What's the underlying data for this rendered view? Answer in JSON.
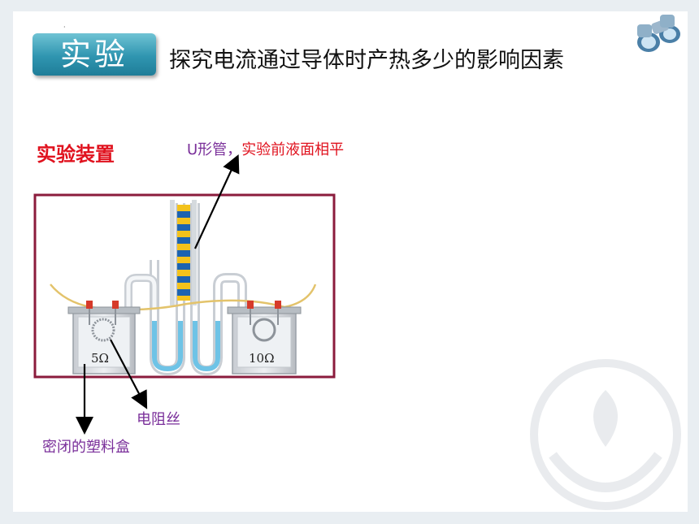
{
  "header": {
    "badge": "实验",
    "title": "探究电流通过导体时产热多少的影响因素"
  },
  "section_title": "实验装置",
  "labels": {
    "u_tube_prefix": "U形管，",
    "u_tube_rest": "实验前液面相平",
    "resistance_wire": "电阻丝",
    "sealed_box": "密闭的塑料盒"
  },
  "apparatus": {
    "left_resistor": "5Ω",
    "right_resistor": "10Ω"
  },
  "icons": {
    "binoculars": "binoculars-icon",
    "watermark": "leaf-hands-watermark-icon"
  }
}
